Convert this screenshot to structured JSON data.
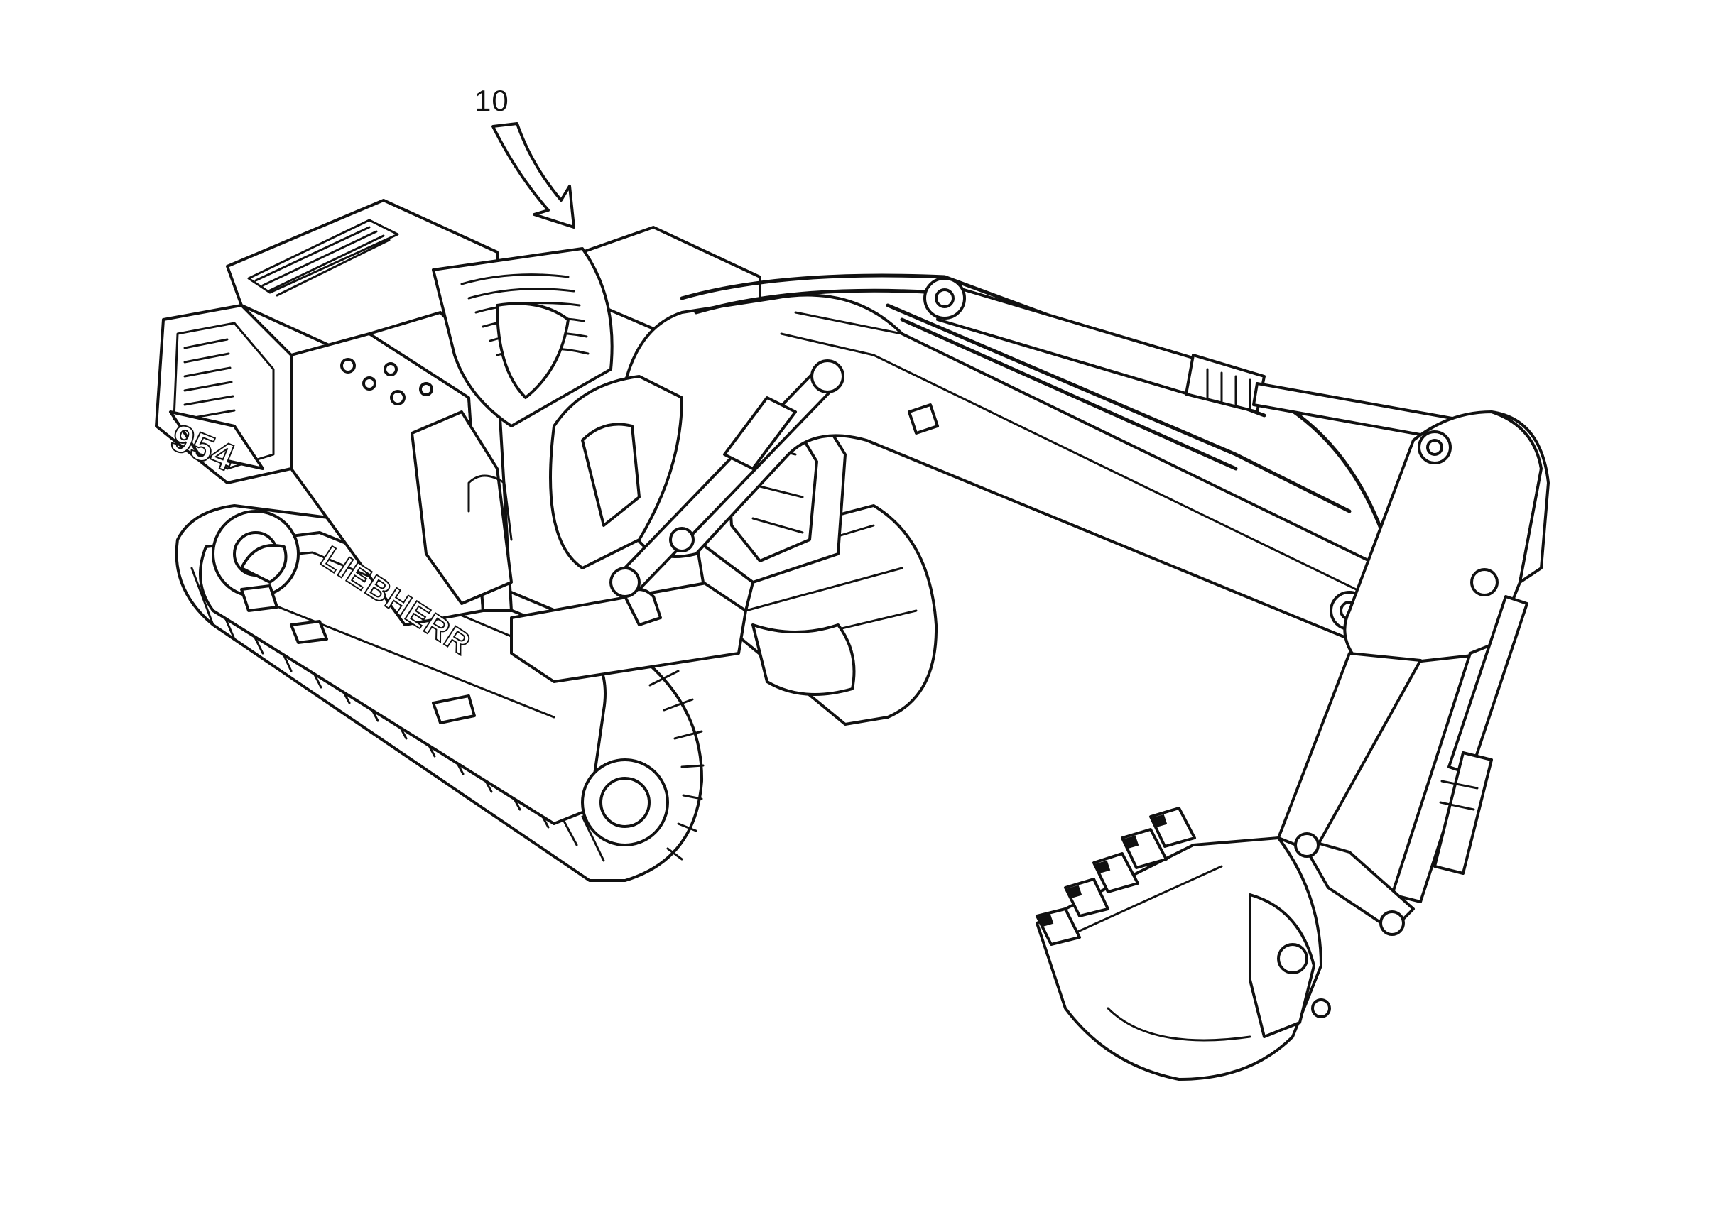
{
  "callout": {
    "label": "10"
  },
  "machine": {
    "brand_lettering": "LIEBHERR",
    "model_lettering": "954"
  },
  "colors": {
    "line": "#111111",
    "background": "#ffffff"
  }
}
